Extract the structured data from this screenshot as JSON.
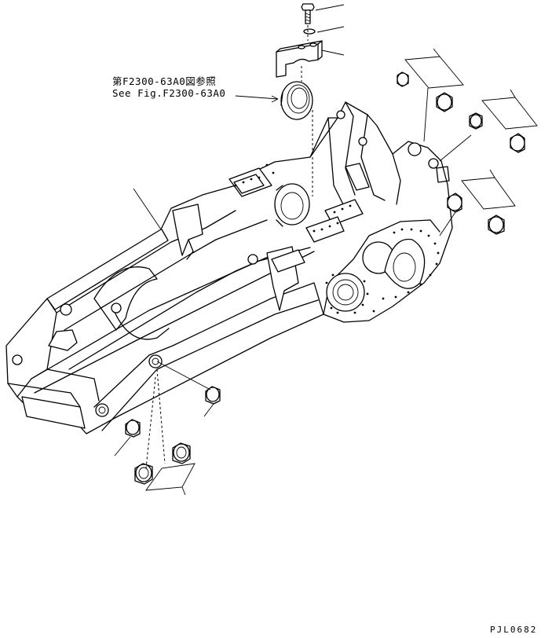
{
  "reference": {
    "line_jp": "第F2300-63A0図参照",
    "line_en": "See Fig.F2300-63A0"
  },
  "drawing_code": "PJL0682",
  "colors": {
    "line": "#000000",
    "background": "#ffffff"
  }
}
